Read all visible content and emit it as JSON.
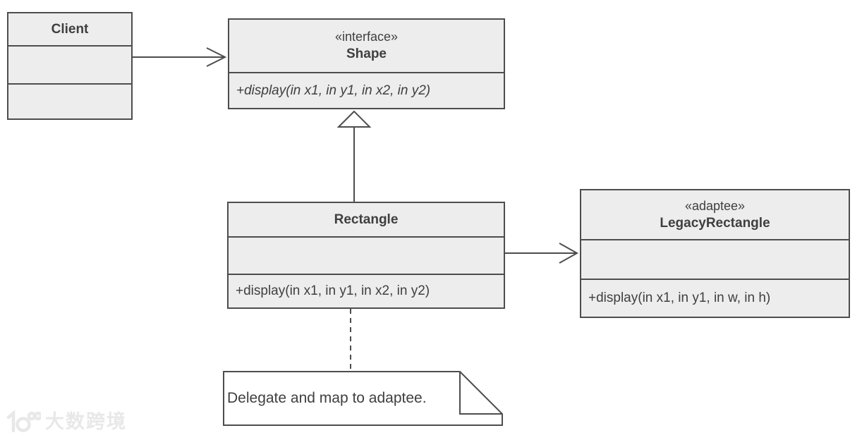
{
  "colors": {
    "box_fill": "#ededed",
    "stroke": "#4d4d4d",
    "text": "#3f3f3f",
    "note_fill": "#ffffff",
    "watermark": "#e8e8e8"
  },
  "classes": {
    "client": {
      "name": "Client"
    },
    "shape": {
      "stereotype": "«interface»",
      "name": "Shape",
      "method": "+display(in x1, in y1, in x2, in y2)"
    },
    "rectangle": {
      "name": "Rectangle",
      "method": "+display(in x1, in y1, in x2, in y2)"
    },
    "legacy_rectangle": {
      "stereotype": "«adaptee»",
      "name": "LegacyRectangle",
      "method": "+display(in x1, in y1, in w, in h)"
    }
  },
  "relationships": [
    {
      "from": "Client",
      "to": "Shape",
      "type": "association",
      "arrowhead": "open"
    },
    {
      "from": "Rectangle",
      "to": "Shape",
      "type": "generalization",
      "arrowhead": "hollow-triangle"
    },
    {
      "from": "Rectangle",
      "to": "LegacyRectangle",
      "type": "association",
      "arrowhead": "open"
    },
    {
      "from": "Rectangle",
      "to": "note",
      "type": "anchor",
      "line": "dashed"
    }
  ],
  "note": {
    "text": "Delegate and map to adaptee."
  },
  "watermark": {
    "text": "大数跨境"
  }
}
